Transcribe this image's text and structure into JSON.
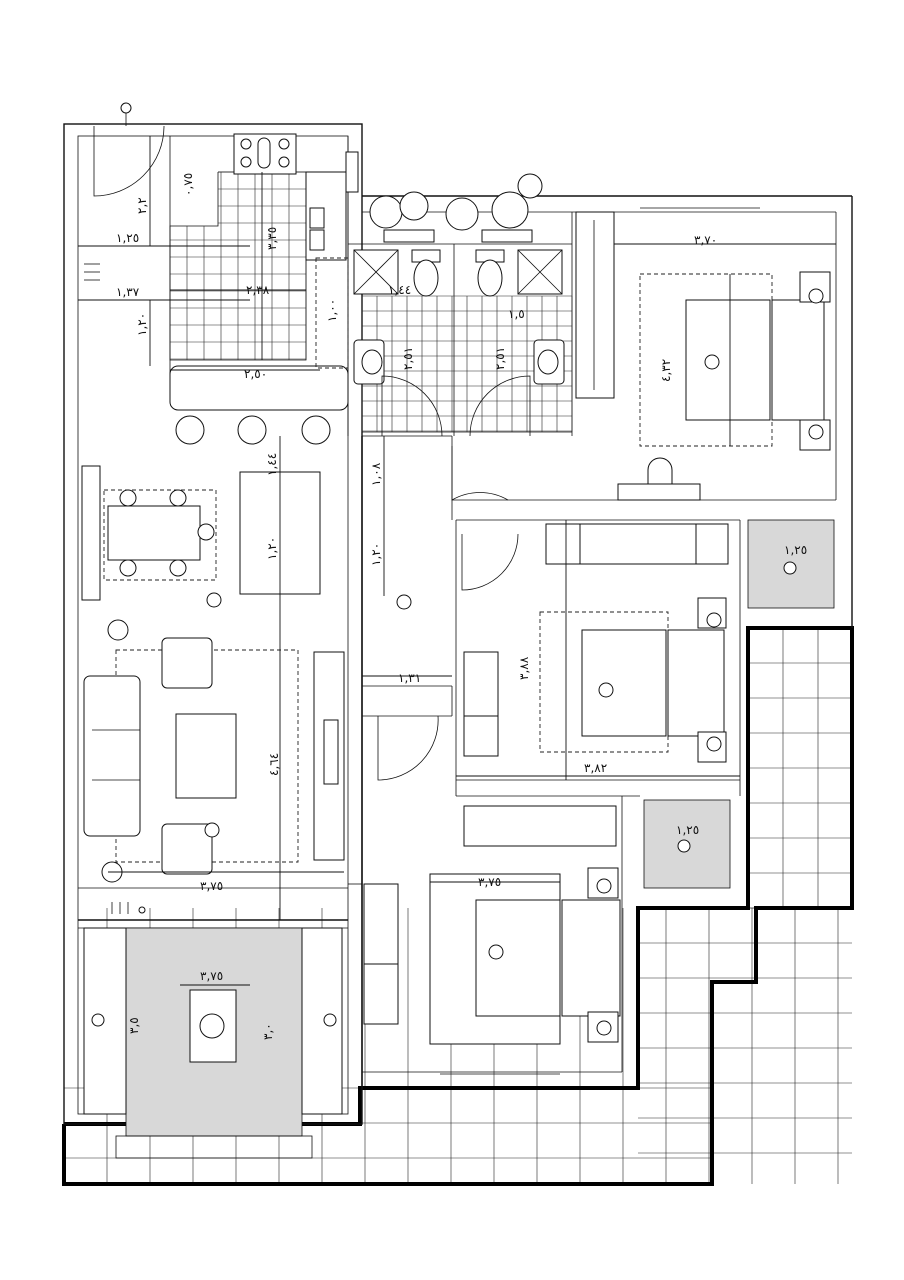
{
  "dimensions": {
    "kitchen_height": "٢,٢",
    "kitchen_width_top": "٠,٧٥",
    "kitchen_side_a": "١,٢٥",
    "kitchen_side_b": "١,٣٧",
    "kitchen_side_c": "١,٢٠",
    "kitchen_depth": "٣,٣٥",
    "kitchen_width": "٢,٣٨",
    "kitchen_counter": "١,٠٠",
    "kitchen_bottom": "٢,٥٠",
    "bath_left": "١,٤٤",
    "bath_left_w": "٢,٥١",
    "bath_right": "١,٥",
    "bath_right_w": "٢,٥١",
    "dining_gap": "١,٤٤",
    "dining_table": "١,٢٠",
    "corridor_a": "١,٠٨",
    "corridor_b": "١,٢٠",
    "corridor_w": "١,٣١",
    "living_depth": "٤,٦٤",
    "living_width": "٣,٧٥",
    "bed1_width": "٣,٧٠",
    "bed1_depth": "٤,٣٢",
    "balcony1": "١,٢٥",
    "bed2_depth": "٣,٨٨",
    "bed2_width": "٣,٨٢",
    "balcony2": "١,٢٥",
    "bed3_width": "٣,٧٥",
    "terrace_width": "٣,٧٥",
    "terrace_left": "٣,٥",
    "terrace_right": "٣,٠"
  }
}
